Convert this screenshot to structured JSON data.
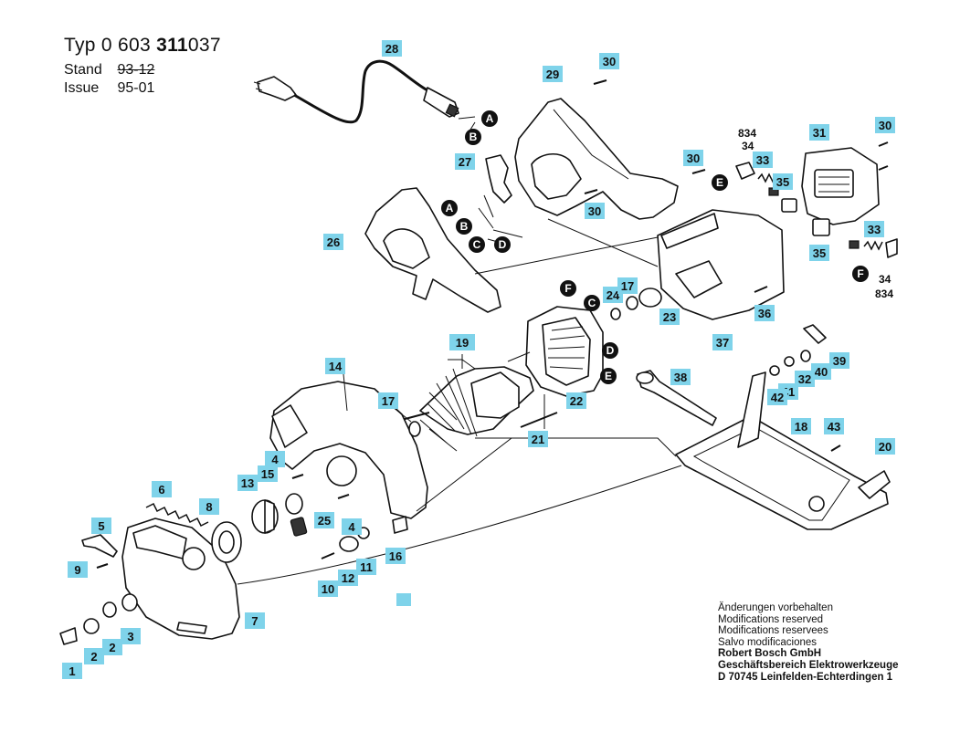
{
  "header": {
    "typ_label": "Typ",
    "typ_prefix": "0 603",
    "typ_bold": "311",
    "typ_suffix": "037",
    "stand_label": "Stand",
    "stand_value": "93-12",
    "issue_label": "Issue",
    "issue_value": "95-01"
  },
  "notes": {
    "line1": "Änderungen vorbehalten",
    "line2": "Modifications reserved",
    "line3": "Modifications reservees",
    "line4": "Salvo modificaciones",
    "company": "Robert Bosch GmbH",
    "division": "Geschäftsbereich Elektrowerkzeuge",
    "address": "D 70745 Leinfelden-Echterdingen 1"
  },
  "part_callouts": [
    "28",
    "29",
    "30",
    "30",
    "30",
    "30",
    "27",
    "26",
    "31",
    "33",
    "35",
    "35",
    "33",
    "36",
    "37",
    "23",
    "24",
    "17",
    "19",
    "22",
    "21",
    "14",
    "17",
    "38",
    "18",
    "43",
    "20",
    "39",
    "40",
    "32",
    "41",
    "42",
    "4",
    "15",
    "13",
    "6",
    "8",
    "5",
    "9",
    "25",
    "4",
    "16",
    "11",
    "12",
    "10",
    "7",
    "3",
    "2",
    "2",
    "1"
  ],
  "variant_labels": [
    "834",
    "34",
    "34",
    "834"
  ],
  "connection_labels": [
    "A",
    "B",
    "A",
    "B",
    "C",
    "D",
    "E",
    "C",
    "D",
    "F",
    "E",
    "F"
  ]
}
